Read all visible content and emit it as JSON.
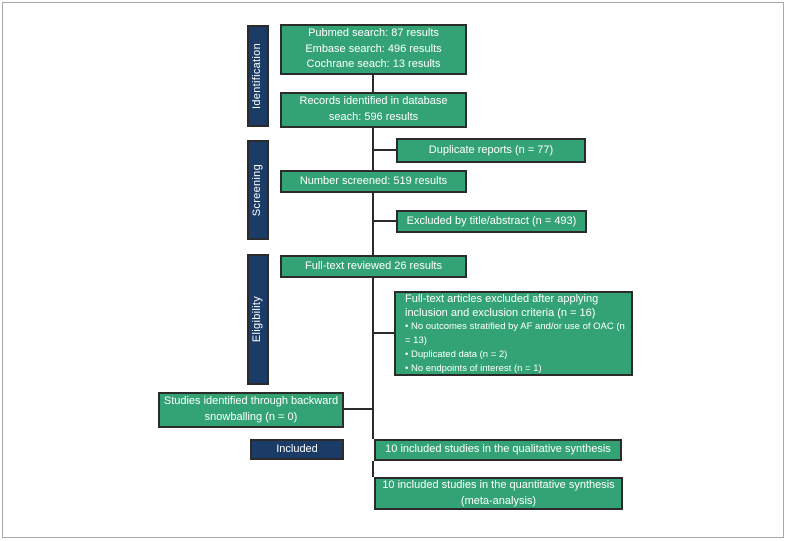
{
  "colors": {
    "box_green": "#33a376",
    "box_navy": "#1c3c68",
    "box_border": "#2b2b2b",
    "connector": "#2b2b2b",
    "frame_border": "#a8a8a8",
    "text": "#ffffff",
    "background": "#ffffff"
  },
  "stages": {
    "identification": "Identification",
    "screening": "Screening",
    "eligibility": "Eligibility",
    "included": "Included"
  },
  "boxes": {
    "searches": {
      "lines": [
        "Pubmed search: 87 results",
        "Embase search: 496 results",
        "Cochrane seach: 13 results"
      ]
    },
    "records": {
      "lines": [
        "Records identified in database",
        "seach: 596 results"
      ]
    },
    "duplicates": {
      "label": "Duplicate reports (n = 77)"
    },
    "screened": {
      "label": "Number screened: 519 results"
    },
    "excluded_title": {
      "label": "Excluded by title/abstract (n = 493)"
    },
    "fulltext": {
      "label": "Full-text reviewed 26 results"
    },
    "fulltext_excluded": {
      "header": [
        "Full-text articles excluded after applying",
        "inclusion and exclusion criteria (n = 16)"
      ],
      "bullets": [
        "• No outcomes stratified by AF and/or use of OAC (n = 13)",
        "• Duplicated data (n = 2)",
        "• No endpoints of interest (n = 1)"
      ]
    },
    "snowballing": {
      "lines": [
        "Studies identified through backward",
        "snowballing (n = 0)"
      ]
    },
    "qualitative": {
      "label": "10 included studies in the qualitative synthesis"
    },
    "quantitative": {
      "lines": [
        "10 included studies in the quantitative synthesis",
        "(meta-analysis)"
      ]
    }
  }
}
